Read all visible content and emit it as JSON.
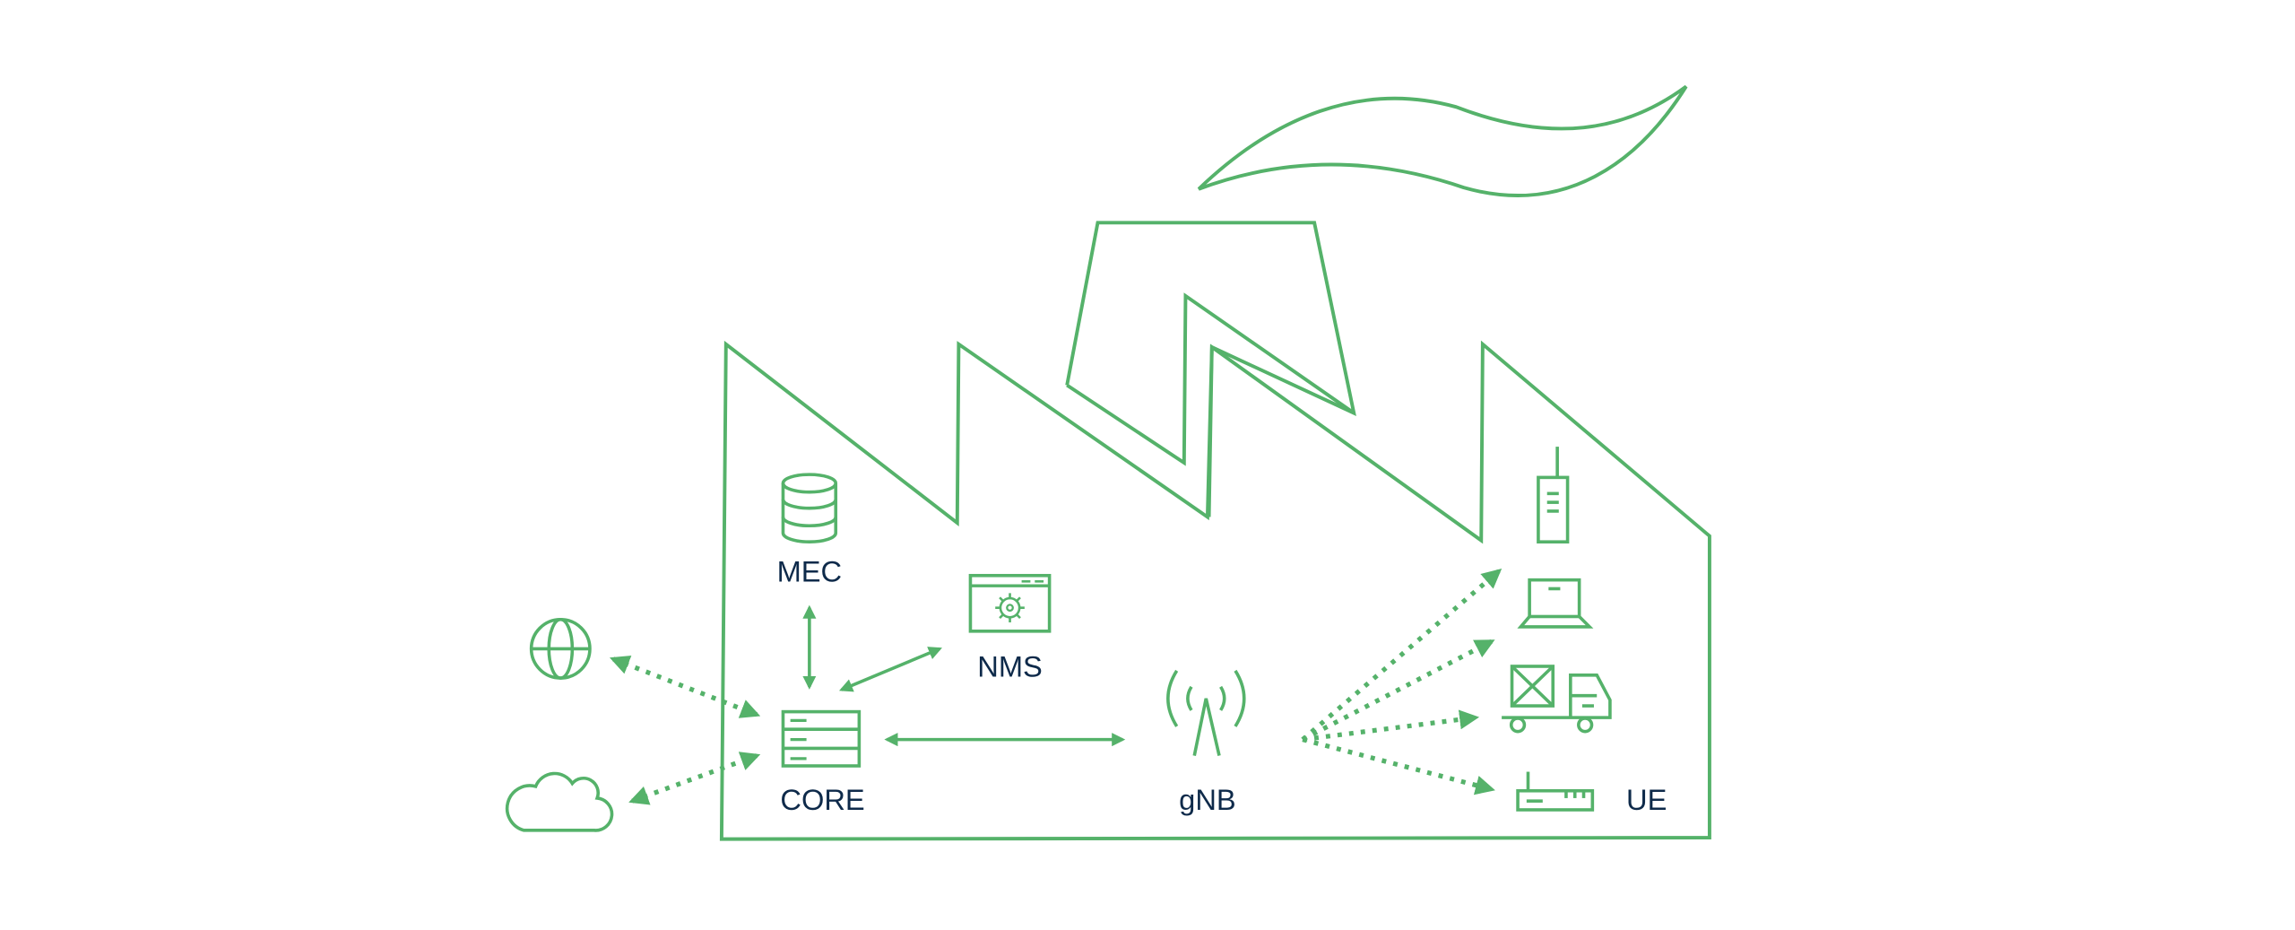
{
  "diagram": {
    "type": "private-5g-factory-network",
    "colors": {
      "line": "#55b26a",
      "label": "#0e2a4a",
      "background": "#ffffff"
    },
    "nodes": [
      {
        "id": "mec",
        "label": "MEC",
        "icon": "database-icon"
      },
      {
        "id": "nms",
        "label": "NMS",
        "icon": "settings-window-icon"
      },
      {
        "id": "core",
        "label": "CORE",
        "icon": "server-icon"
      },
      {
        "id": "gnb",
        "label": "gNB",
        "icon": "antenna-tower-icon"
      },
      {
        "id": "ue",
        "label": "UE",
        "icons": [
          "handheld-radio-icon",
          "laptop-icon",
          "delivery-truck-icon",
          "router-icon"
        ]
      },
      {
        "id": "internet",
        "label": "",
        "icon": "globe-icon"
      },
      {
        "id": "cloud",
        "label": "",
        "icon": "cloud-icon"
      }
    ],
    "edges": [
      {
        "from": "mec",
        "to": "core",
        "style": "solid",
        "direction": "both"
      },
      {
        "from": "nms",
        "to": "core",
        "style": "solid",
        "direction": "both"
      },
      {
        "from": "core",
        "to": "gnb",
        "style": "solid",
        "direction": "both"
      },
      {
        "from": "internet",
        "to": "core",
        "style": "dotted",
        "direction": "both"
      },
      {
        "from": "cloud",
        "to": "core",
        "style": "dotted",
        "direction": "both"
      },
      {
        "from": "gnb",
        "to": "handheld-radio",
        "style": "dotted",
        "direction": "forward"
      },
      {
        "from": "gnb",
        "to": "laptop",
        "style": "dotted",
        "direction": "forward"
      },
      {
        "from": "gnb",
        "to": "delivery-truck",
        "style": "dotted",
        "direction": "forward"
      },
      {
        "from": "gnb",
        "to": "router",
        "style": "dotted",
        "direction": "forward"
      }
    ],
    "container": {
      "icon": "factory-icon",
      "extra": "smoke-icon"
    }
  }
}
